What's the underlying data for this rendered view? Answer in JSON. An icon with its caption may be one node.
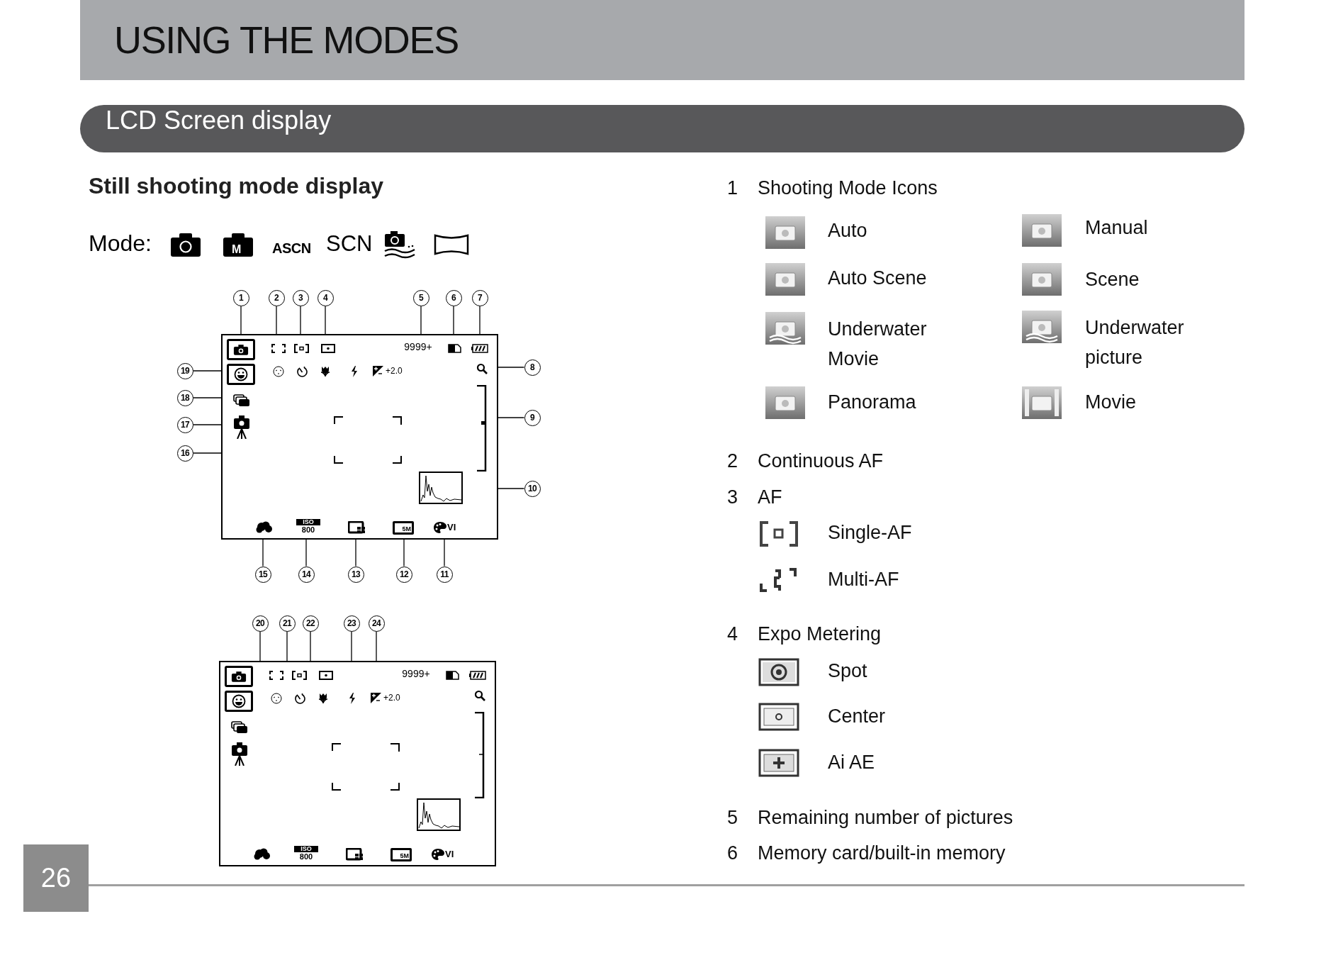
{
  "diagram": {
    "title": "USING THE MODES",
    "nodes": [
      {
        "text": [],
        "shape": "box"
      },
      {
        "text": [],
        "shape": "picture",
        "in": 0
      },
      {
        "text": [],
        "shape": "picture",
        "in": 0
      },
      {
        "text": [],
        "shape": "box",
        "in": 0
      },
      {
        "text": [],
        "shape": "picture",
        "in": 0
      },
      {
        "text": [
          "9999+"
        ],
        "in": 0
      },
      {
        "text": [],
        "shape": "picture",
        "in": 0
      },
      {
        "text": [],
        "shape": "picture",
        "in": 0
      },
      {
        "text": [],
        "shape": "picture",
        "in": 0
      },
      {
        "text": [],
        "shape": "bar",
        "in": 0
      },
      {
        "text": [],
        "shape": "picture",
        "in": 0
      },
      {
        "text": [
          "VI"
        ],
        "in": 0
      },
      {
        "text": [
          "5M"
        ],
        "in": 0
      },
      {
        "text": [],
        "shape": "picture",
        "in": 0
      },
      {
        "text": [
          "ISO",
          "800"
        ],
        "in": 0
      },
      {
        "text": [],
        "shape": "picture",
        "in": 0
      },
      {
        "text": [],
        "shape": "picture",
        "in": 0
      },
      {
        "text": [],
        "shape": "picture",
        "in": 0
      },
      {
        "text": [],
        "shape": "picture",
        "in": 0
      },
      {
        "text": [],
        "shape": "picture",
        "in": 0
      },
      {
        "text": [
          "1"
        ]
      },
      {
        "text": [
          "2"
        ]
      },
      {
        "text": [
          "3"
        ]
      },
      {
        "text": [
          "4"
        ]
      },
      {
        "text": [
          "5"
        ]
      },
      {
        "text": [
          "6"
        ]
      },
      {
        "text": [
          "7"
        ]
      },
      {
        "text": [
          "8"
        ]
      },
      {
        "text": [
          "9"
        ]
      },
      {
        "text": [
          "10"
        ]
      },
      {
        "text": [
          "11"
        ]
      },
      {
        "text": [
          "12"
        ]
      },
      {
        "text": [
          "13"
        ]
      },
      {
        "text": [
          "14"
        ]
      },
      {
        "text": [
          "15"
        ]
      },
      {
        "text": [
          "16"
        ]
      },
      {
        "text": [
          "17"
        ]
      },
      {
        "text": [
          "18"
        ]
      },
      {
        "text": [
          "19"
        ]
      },
      {
        "text": [],
        "shape": "box"
      },
      {
        "text": [],
        "shape": "picture",
        "in": 39
      },
      {
        "text": [],
        "shape": "picture",
        "in": 39
      },
      {
        "text": [],
        "shape": "picture",
        "in": 39
      },
      {
        "text": [],
        "shape": "picture",
        "in": 39
      },
      {
        "text": [],
        "shape": "picture",
        "in": 39,
        "beside": [
          "+2.0"
        ]
      },
      {
        "text": [
          "20"
        ]
      },
      {
        "text": [
          "21"
        ]
      },
      {
        "text": [
          "22"
        ]
      },
      {
        "text": [
          "23"
        ]
      },
      {
        "text": [
          "24"
        ]
      },
      {
        "text": [],
        "shape": "picture",
        "in": 39
      }
    ],
    "edges": [
      {
        "from": 20,
        "to": 1,
        "arrow": "none"
      },
      {
        "from": 21,
        "to": 2,
        "arrow": "none"
      },
      {
        "from": 22,
        "to": 3,
        "arrow": "none"
      },
      {
        "from": 23,
        "to": 4,
        "arrow": "none"
      },
      {
        "from": 24,
        "to": 5,
        "arrow": "none"
      },
      {
        "from": 25,
        "to": 6,
        "arrow": "none"
      },
      {
        "from": 26,
        "to": 7,
        "arrow": "none"
      },
      {
        "from": 27,
        "to": 8,
        "arrow": "none"
      },
      {
        "from": 28,
        "to": 9,
        "arrow": "none"
      },
      {
        "from": 29,
        "to": 10,
        "arrow": "none"
      },
      {
        "from": 30,
        "to": 11,
        "arrow": "none"
      },
      {
        "from": 31,
        "to": 12,
        "arrow": "none"
      },
      {
        "from": 32,
        "to": 13,
        "arrow": "none"
      },
      {
        "from": 33,
        "to": 14,
        "arrow": "none"
      },
      {
        "from": 34,
        "to": 15,
        "arrow": "none"
      },
      {
        "from": 35,
        "to": 16,
        "arrow": "none"
      },
      {
        "from": 36,
        "to": 17,
        "arrow": "none"
      },
      {
        "from": 37,
        "to": 18,
        "arrow": "none"
      },
      {
        "from": 38,
        "to": 19,
        "arrow": "none"
      },
      {
        "from": 45,
        "to": 40,
        "arrow": "none"
      },
      {
        "from": 46,
        "to": 41,
        "arrow": "none"
      },
      {
        "from": 47,
        "to": 42,
        "arrow": "none"
      },
      {
        "from": 48,
        "to": 43,
        "arrow": "none"
      },
      {
        "from": 49,
        "to": 44,
        "arrow": "none"
      }
    ],
    "labels": [
      "LCD Screen display",
      "Still shooting mode display",
      "Mode:",
      "M",
      "ASCN",
      "SCN",
      "+2.0",
      "9999+",
      "ISO",
      "800",
      "5M",
      "VI",
      "1",
      "Shooting Mode Icons",
      "Auto",
      "Manual",
      "Auto Scene",
      "Scene",
      "Underwater Movie",
      "Underwater picture",
      "Panorama",
      "Movie",
      "2",
      "Continuous AF",
      "3",
      "AF",
      "Single-AF",
      "Multi-AF",
      "4",
      "Expo Metering",
      "Spot",
      "Center",
      "Ai AE",
      "5",
      "Remaining number of pictures",
      "6",
      "Memory card/built-in memory",
      "26"
    ]
  }
}
